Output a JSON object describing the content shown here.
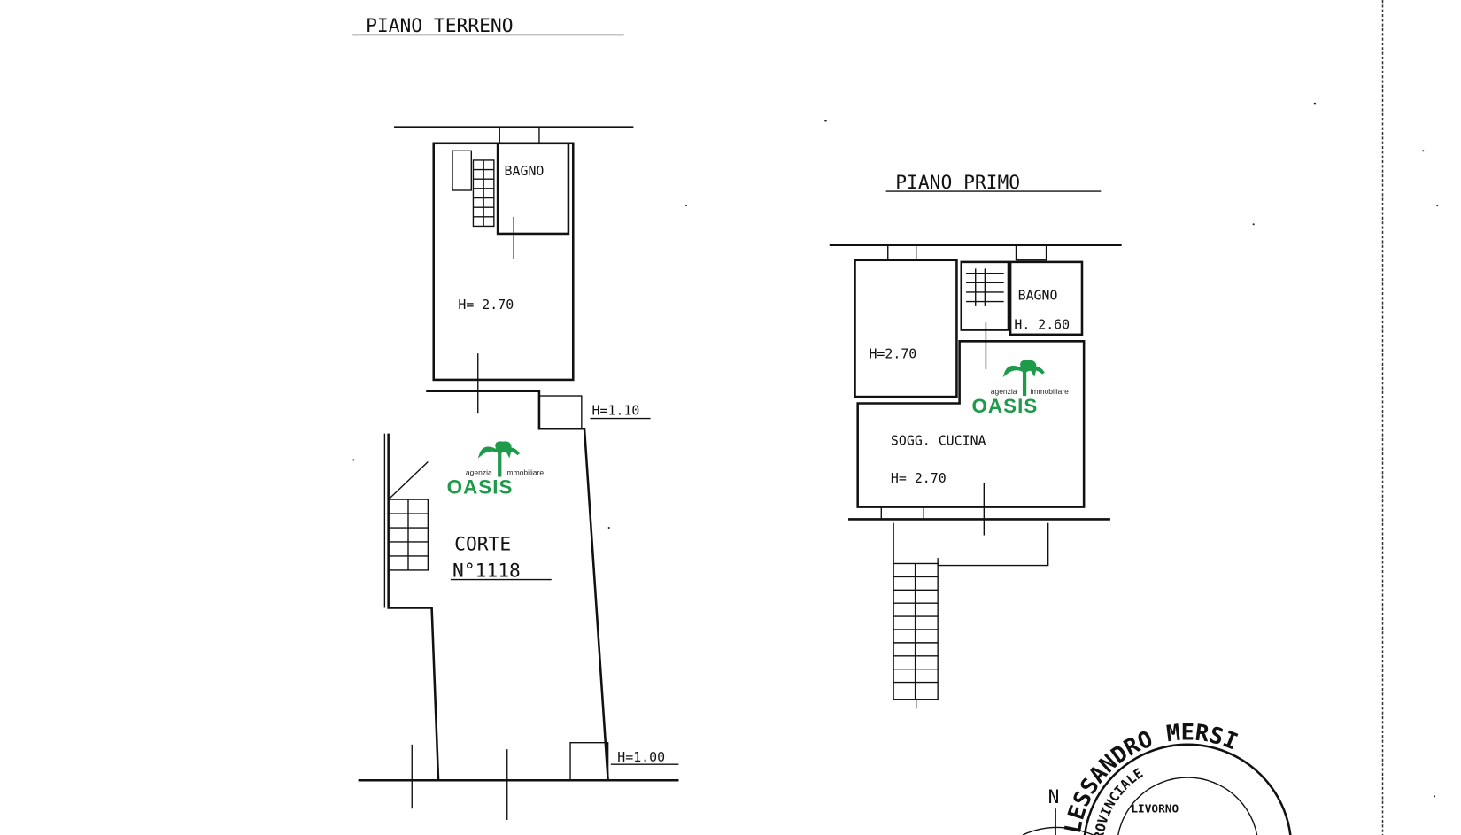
{
  "ground_floor": {
    "title": "PIANO TERRENO",
    "bathroom_label": "BAGNO",
    "room_height": "H= 2.70",
    "window_height_top": "H=1.10",
    "courtyard_label": "CORTE",
    "courtyard_number": "N°1118",
    "window_height_bottom": "H=1.00"
  },
  "first_floor": {
    "title": "PIANO PRIMO",
    "bathroom_label": "BAGNO",
    "bathroom_height": "H. 2.60",
    "room_height": "H=2.70",
    "kitchen_label": "SOGG. CUCINA",
    "kitchen_height": "H= 2.70"
  },
  "north_label": "N",
  "logo": {
    "line1_left": "agenzia",
    "line1_right": "immobiliare",
    "name": "OASIS",
    "color": "#1f9a4a"
  },
  "stamp": {
    "outer": "ALESSANDRO MERSI",
    "inner": "PROVINCIALE",
    "center": "LIVORNO"
  }
}
